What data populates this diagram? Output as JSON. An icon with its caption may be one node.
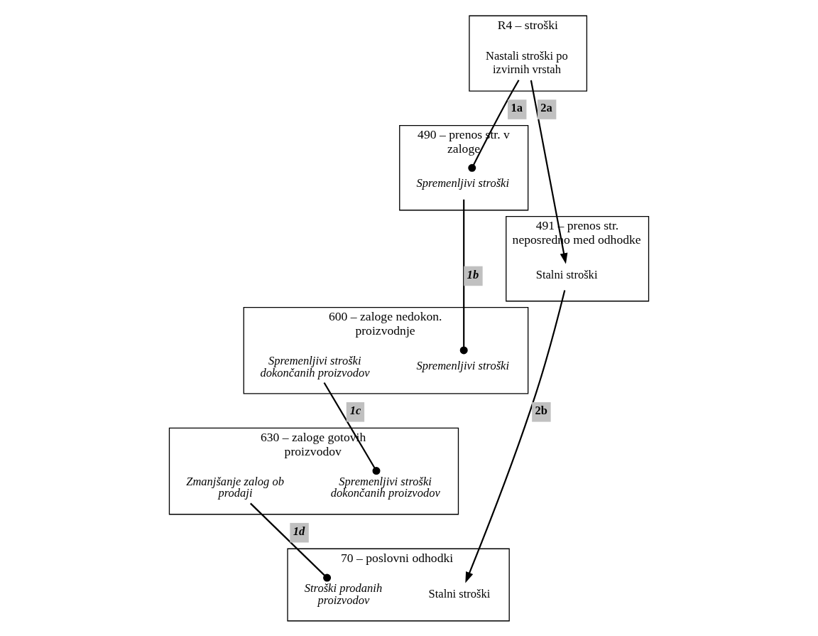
{
  "diagram": {
    "nodes": [
      {
        "text": [
          "R4 – stroški"
        ]
      },
      {
        "text": [
          "Nastali stroški po izvirnih vrstah"
        ],
        "in": 0
      },
      {
        "text": [
          "490 – prenos str. v zaloge"
        ]
      },
      {
        "text": [
          "Spremenljivi stroški"
        ],
        "in": 2
      },
      {
        "text": [
          "491 – prenos str. neposredno med odhodke"
        ]
      },
      {
        "text": [
          "Stalni stroški"
        ],
        "in": 4
      },
      {
        "text": [
          "600 – zaloge nedokon. proizvodnje"
        ]
      },
      {
        "text": [
          "Spremenljivi stroški"
        ],
        "in": 6
      },
      {
        "text": [
          "Spremenljivi stroški dokončanih proizvodov"
        ],
        "in": 6
      },
      {
        "text": [
          "630 – zaloge gotovih proizvodov"
        ]
      },
      {
        "text": [
          "Spremenljivi stroški dokončanih proizvodov"
        ],
        "in": 9
      },
      {
        "text": [
          "Zmanjšanje zalog ob prodaji"
        ],
        "in": 9
      },
      {
        "text": [
          "70 – poslovni odhodki"
        ]
      },
      {
        "text": [
          "Stalni stroški"
        ],
        "in": 12
      },
      {
        "text": [
          "Stroški prodanih proizvodov"
        ],
        "in": 12
      }
    ],
    "edges": [
      {
        "from": 1,
        "to": 3,
        "arrow": "other",
        "label": "1a"
      },
      {
        "from": 3,
        "to": 7,
        "arrow": "other",
        "label": "1b"
      },
      {
        "from": 8,
        "to": 10,
        "arrow": "other",
        "label": "1c"
      },
      {
        "from": 11,
        "to": 14,
        "arrow": "other",
        "label": "1d"
      },
      {
        "from": 1,
        "to": 5,
        "arrow": "to",
        "label": "2a"
      },
      {
        "from": 5,
        "to": 13,
        "arrow": "to",
        "label": "2b"
      }
    ]
  }
}
